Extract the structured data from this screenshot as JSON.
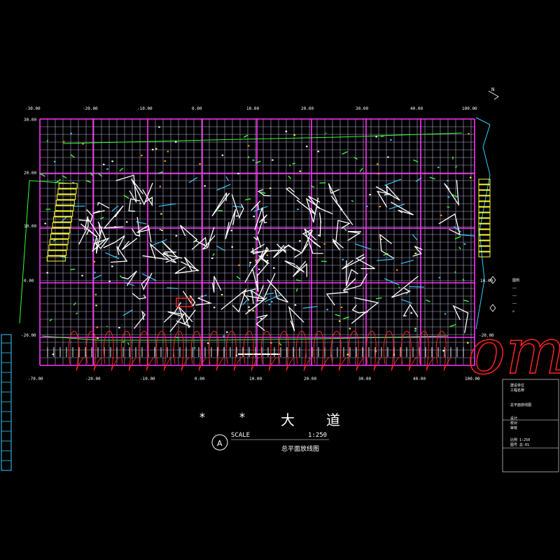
{
  "drawing": {
    "road_title_chars": [
      "*",
      "*",
      "大",
      "道"
    ],
    "scale_label": "SCALE",
    "scale_value": "1:250",
    "view_marker": "A",
    "drawing_name": "总平面放线图",
    "north_label": "N",
    "x_axis_top": [
      "-30.00",
      "-20.00",
      "-10.00",
      "0.00",
      "10.00",
      "20.00",
      "30.00",
      "40.00",
      "100.00"
    ],
    "x_axis_bottom": [
      "-70.00",
      "-20.00",
      "-10.00",
      "0.00",
      "10.00",
      "20.00",
      "30.00",
      "40.00",
      "100.00"
    ],
    "y_axis_left": [
      "30.00",
      "20.00",
      "10.00",
      "0.00",
      "-20.00"
    ],
    "y_axis_right": [
      "10.00",
      "-20.00"
    ],
    "watermark": "om"
  },
  "title_block": {
    "lines": [
      "建设单位",
      "工程名称",
      "总平面放线图",
      "设计",
      "校对",
      "审核",
      "比例 1:250",
      "图号 总-01"
    ]
  },
  "legend": {
    "lines": [
      "图例",
      "——",
      "——",
      "——",
      "◇"
    ]
  },
  "colors": {
    "grid_fine": "#d8c8ff",
    "grid_major": "#ff33ff",
    "building": "#ffffff",
    "green": "#33ff33",
    "cyan": "#33ccff",
    "yellow": "#ffff33",
    "red": "#ff2222"
  }
}
